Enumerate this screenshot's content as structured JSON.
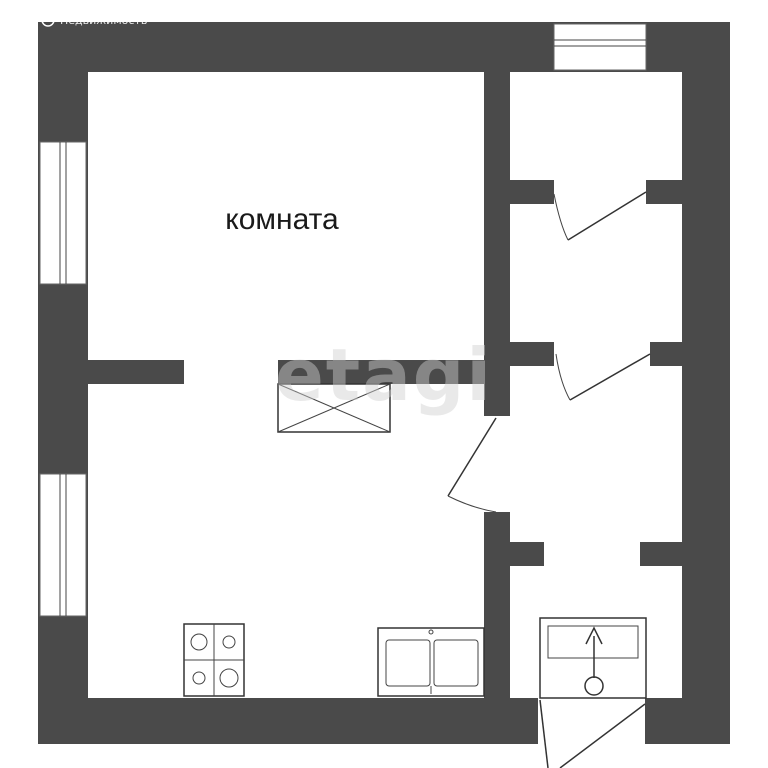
{
  "watermark": {
    "top_left_text": "Недвижимость",
    "center_logo_text": "etagi"
  },
  "rooms": [
    {
      "label": "комната"
    }
  ],
  "fixtures": {
    "stove": "stove-icon",
    "sink": "double-sink-icon",
    "ventilation": "ventilation-shaft-icon",
    "bath": "bathtub-icon"
  },
  "colors": {
    "wall": "#4a4a4a",
    "background": "#ffffff"
  }
}
